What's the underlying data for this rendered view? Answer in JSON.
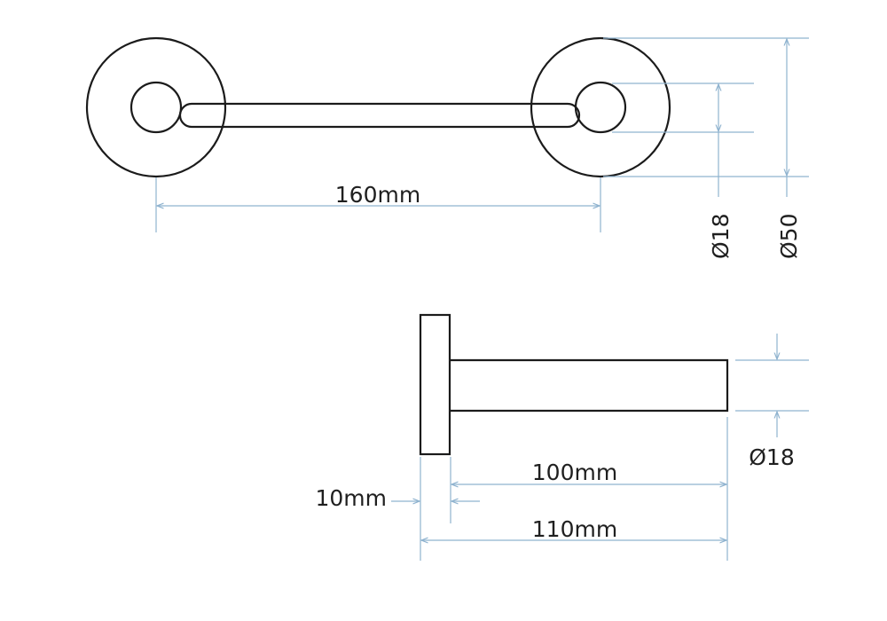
{
  "top_view": {
    "length_label": "160mm",
    "rod_diameter_label": "Ø18",
    "plate_diameter_label": "Ø50"
  },
  "side_view": {
    "rod_diameter_label": "Ø18",
    "rod_length_label": "100mm",
    "total_length_label": "110mm",
    "plate_thickness_label": "10mm"
  },
  "colors": {
    "outline": "#1b1b1b",
    "dimension_line": "#8fb3cf",
    "text": "#1f1f1f"
  }
}
